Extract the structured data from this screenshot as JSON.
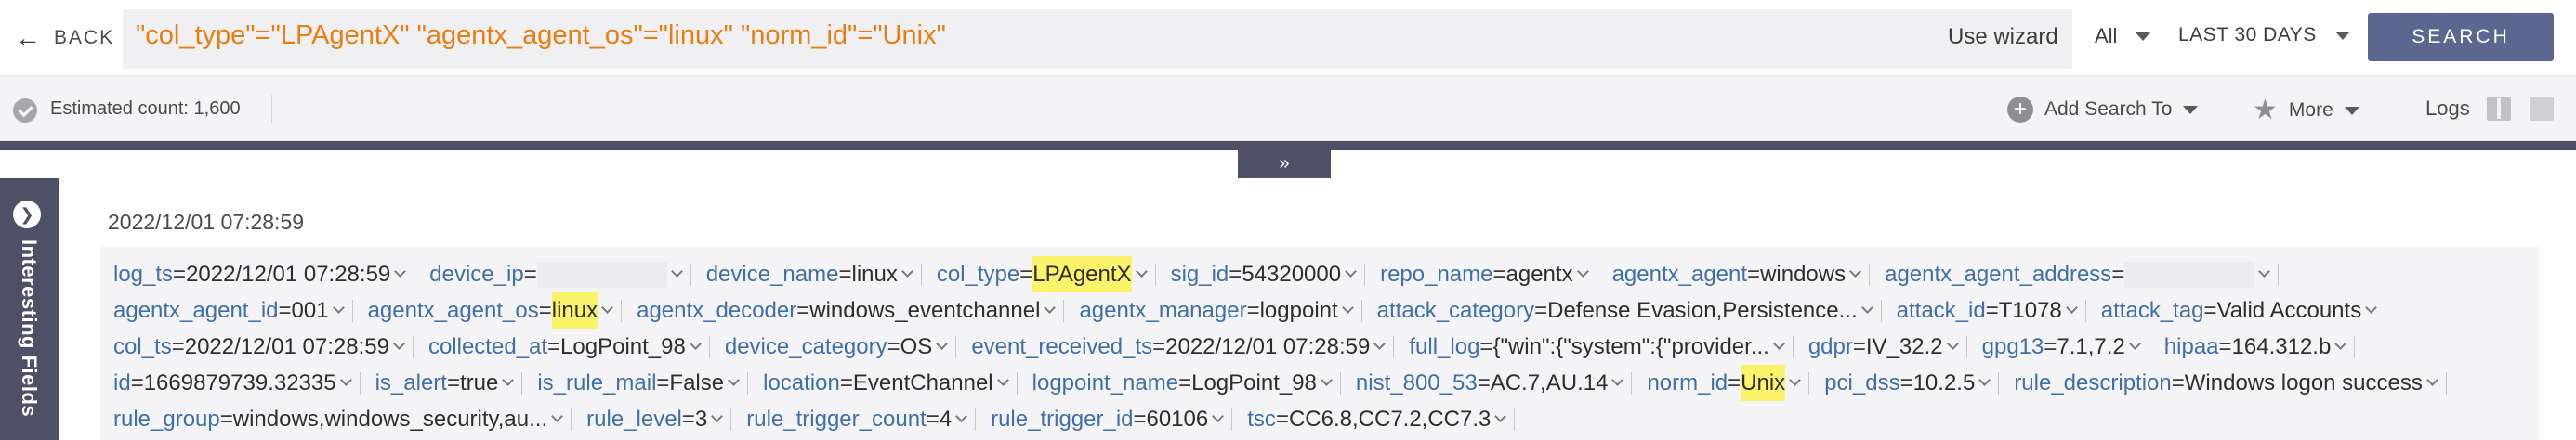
{
  "topbar": {
    "back_label": "BACK",
    "query": "\"col_type\"=\"LPAgentX\" \"agentx_agent_os\"=\"linux\" \"norm_id\"=\"Unix\"",
    "use_wizard": "Use wizard",
    "repo_selector": "All",
    "time_range": "LAST 30 DAYS",
    "search_button": "SEARCH"
  },
  "subbar": {
    "estimated_count": "Estimated count: 1,600",
    "add_search_to": "Add Search To",
    "more": "More",
    "logs": "Logs"
  },
  "side_panel": {
    "label": "Interesting Fields"
  },
  "result": {
    "timestamp": "2022/12/01 07:28:59",
    "fields": [
      {
        "key": "log_ts",
        "value": "2022/12/01 07:28:59"
      },
      {
        "key": "device_ip",
        "value": "",
        "masked": true
      },
      {
        "key": "device_name",
        "value": "linux"
      },
      {
        "key": "col_type",
        "value": "LPAgentX",
        "highlight": true
      },
      {
        "key": "sig_id",
        "value": "54320000"
      },
      {
        "key": "repo_name",
        "value": "agentx"
      },
      {
        "key": "agentx_agent",
        "value": "windows"
      },
      {
        "key": "agentx_agent_address",
        "value": "",
        "masked": true
      },
      {
        "key": "agentx_agent_id",
        "value": "001"
      },
      {
        "key": "agentx_agent_os",
        "value": "linux",
        "highlight": true
      },
      {
        "key": "agentx_decoder",
        "value": "windows_eventchannel"
      },
      {
        "key": "agentx_manager",
        "value": "logpoint"
      },
      {
        "key": "attack_category",
        "value": "Defense Evasion,Persistence..."
      },
      {
        "key": "attack_id",
        "value": "T1078"
      },
      {
        "key": "attack_tag",
        "value": "Valid Accounts"
      },
      {
        "key": "col_ts",
        "value": "2022/12/01 07:28:59"
      },
      {
        "key": "collected_at",
        "value": "LogPoint_98"
      },
      {
        "key": "device_category",
        "value": "OS"
      },
      {
        "key": "event_received_ts",
        "value": "2022/12/01 07:28:59"
      },
      {
        "key": "full_log",
        "value": "{\"win\":{\"system\":{\"provider..."
      },
      {
        "key": "gdpr",
        "value": "IV_32.2"
      },
      {
        "key": "gpg13",
        "value": "7.1,7.2"
      },
      {
        "key": "hipaa",
        "value": "164.312.b"
      },
      {
        "key": "id",
        "value": "1669879739.32335"
      },
      {
        "key": "is_alert",
        "value": "true"
      },
      {
        "key": "is_rule_mail",
        "value": "False"
      },
      {
        "key": "location",
        "value": "EventChannel"
      },
      {
        "key": "logpoint_name",
        "value": "LogPoint_98"
      },
      {
        "key": "nist_800_53",
        "value": "AC.7,AU.14"
      },
      {
        "key": "norm_id",
        "value": "Unix",
        "highlight": true
      },
      {
        "key": "pci_dss",
        "value": "10.2.5"
      },
      {
        "key": "rule_description",
        "value": "Windows logon success"
      },
      {
        "key": "rule_group",
        "value": "windows,windows_security,au..."
      },
      {
        "key": "rule_level",
        "value": "3"
      },
      {
        "key": "rule_trigger_count",
        "value": "4"
      },
      {
        "key": "rule_trigger_id",
        "value": "60106"
      },
      {
        "key": "tsc",
        "value": "CC6.8,CC7.2,CC7.3"
      }
    ]
  },
  "icons": {
    "back": "arrow-left-icon",
    "dropdown": "caret-down-icon",
    "estimated": "check-circle-icon",
    "add_search": "plus-circle-icon",
    "more": "star-icon",
    "collapse": "double-chevron-down-icon",
    "side_toggle": "chevron-right-circle-icon"
  },
  "colors": {
    "query_text": "#e67e12",
    "search_button": "#5c6790",
    "panel_dark": "#4e5068",
    "field_key": "#3f6fa8",
    "highlight": "#fbf36a"
  }
}
